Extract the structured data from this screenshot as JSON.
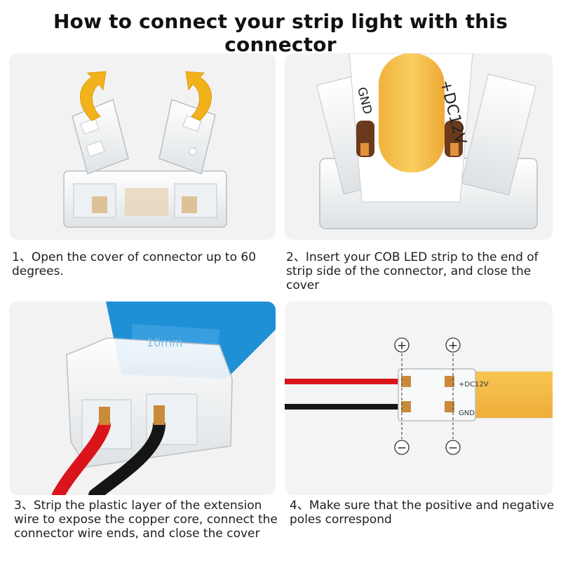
{
  "title": "How to connect your strip light with this connector",
  "steps": [
    {
      "caption": "1、Open the cover of connector up to 60 degrees."
    },
    {
      "caption": "2、Insert your COB LED strip to the end of strip side of the connector, and close the cover"
    },
    {
      "caption": "3、Strip the plastic layer of the extension wire to expose the copper core, connect the connector wire ends, and close the cover"
    },
    {
      "caption": "4、Make sure that the positive and negative poles correspond"
    }
  ],
  "labels": {
    "strip_plus": "+DC12V",
    "strip_gnd": "GND",
    "width_mark": "10mm",
    "diagram_plus": "+DC12V",
    "diagram_gnd": "GND",
    "positive_symbol": "+",
    "negative_symbol": "−"
  },
  "colors": {
    "arrow": "#f2b21b",
    "led": "#f6c34a",
    "red_wire": "#d9141b",
    "black_wire": "#111111",
    "pcb": "#1e90d6"
  }
}
